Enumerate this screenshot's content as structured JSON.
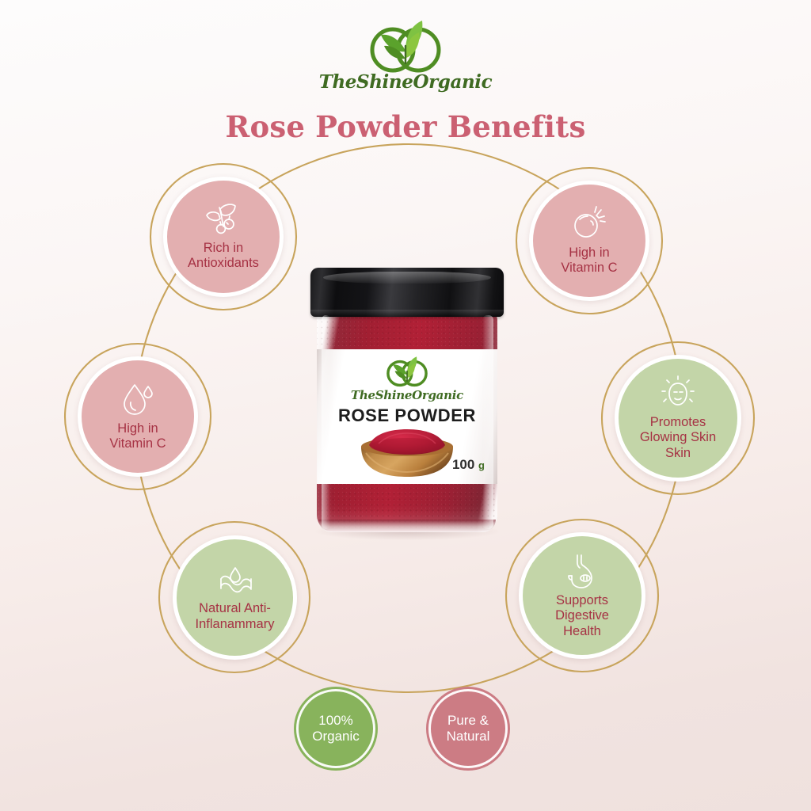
{
  "brand": {
    "wordmark": "TheShineOrganic",
    "logo_icon": "two-leaves-in-rings-logo"
  },
  "title": "Rose Powder Benefits",
  "colors": {
    "title_rose": "#cb6072",
    "bubble_pink": "#e3afb0",
    "bubble_green": "#c3d5a8",
    "bubble_text": "#a63244",
    "ring_gold": "#c8a45c",
    "seal_green": "#88b35c",
    "seal_rose": "#cc7c84",
    "brand_green": "#3f6b22",
    "background_top": "#fdfcfc",
    "background_bottom": "#efe1de"
  },
  "benefits": [
    {
      "id": "rich-in-antioxidants",
      "label": "Rich in\nAntioxidants",
      "icon": "berries-with-leaves-icon",
      "tone": "pink"
    },
    {
      "id": "high-in-vitamin-c-top",
      "label": "High in\nVitamin C",
      "icon": "citrus-fruit-sparkle-icon",
      "tone": "pink"
    },
    {
      "id": "high-in-vitamin-c-left",
      "label": "High in\nVitamin C",
      "icon": "water-droplet-icon",
      "tone": "pink"
    },
    {
      "id": "promotes-glowing-skin",
      "label": "Promotes\nGlowing Skin\nSkin",
      "icon": "glowing-face-icon",
      "tone": "green"
    },
    {
      "id": "natural-anti-inflammatory",
      "label": "Natural Anti-\nInflanammary",
      "icon": "soothing-waves-droplet-icon",
      "tone": "green"
    },
    {
      "id": "supports-digestive-health",
      "label": "Supports\nDigestive\nHealth",
      "icon": "stomach-icon",
      "tone": "green"
    }
  ],
  "seals": [
    {
      "id": "organic",
      "label": "100%\nOrganic",
      "tone": "green"
    },
    {
      "id": "pure-natural",
      "label": "Pure &\nNatural",
      "tone": "rose"
    }
  ],
  "product": {
    "brand": "TheShineOrganic",
    "name": "ROSE POWDER",
    "weight_value": "100",
    "weight_unit": "g",
    "lid_color": "#141417",
    "powder_color": "#b01c32",
    "bowl_image": "wooden-bowl-of-rose-powder"
  }
}
